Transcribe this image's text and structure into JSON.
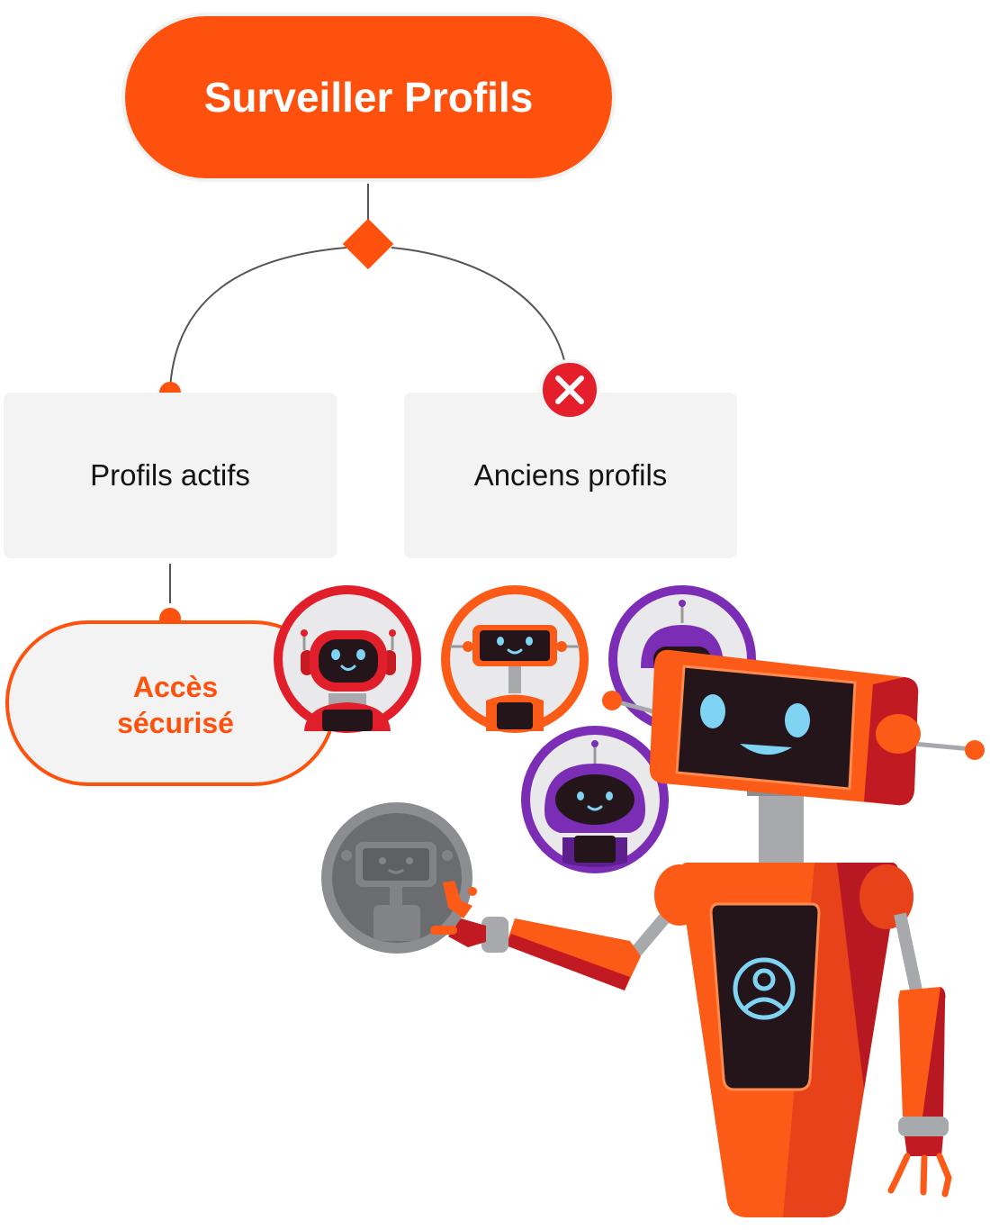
{
  "diagram": {
    "title": "Surveiller Profils",
    "branches": {
      "active": "Profils actifs",
      "old": "Anciens profils"
    },
    "result": {
      "line1": "Accès",
      "line2": "sécurisé"
    }
  },
  "colors": {
    "accent": "#fe510d",
    "box_bg": "#f3f3f3",
    "reject": "#e41e2b",
    "robot_orange": "#fc5a17",
    "robot_purple": "#7c2db5",
    "robot_red": "#e01f2a",
    "screen_dark": "#231519",
    "eye_blue": "#7fd4f4"
  },
  "icons": {
    "decision": "diamond-icon",
    "reject": "close-icon",
    "user": "user-circle-icon"
  }
}
